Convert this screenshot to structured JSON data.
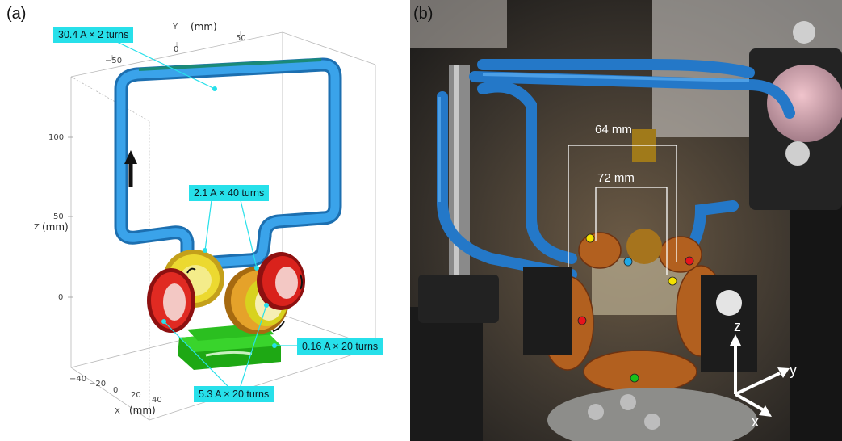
{
  "panel_a": {
    "label": "(a)",
    "axis_y": {
      "name": "Y",
      "unit": "(mm)",
      "ticks": [
        "−50",
        "0",
        "50"
      ]
    },
    "axis_z": {
      "name": "Z",
      "unit": "(mm)",
      "ticks": [
        "100",
        "50",
        "0"
      ]
    },
    "axis_x": {
      "name": "X",
      "unit": "(mm)",
      "ticks": [
        "−40",
        "−20",
        "0",
        "20",
        "40"
      ]
    },
    "callouts": {
      "large_coil": "30.4 A × 2 turns",
      "small_coils": "2.1 A × 40 turns",
      "bottom_coil": "0.16 A × 20 turns",
      "ring_coils": "5.3 A × 20 turns"
    },
    "colors": {
      "callout_bg": "#27e0ea",
      "large_coil": "#2a8fd8",
      "ring_red": "#d8231e",
      "ring_yellow": "#e0d21a",
      "bottom_green": "#25c21a"
    }
  },
  "panel_b": {
    "label": "(b)",
    "dimension_outer": "64 mm",
    "dimension_inner": "72 mm",
    "axes": {
      "z": "z",
      "y": "y",
      "x": "x"
    },
    "marker_colors": {
      "yellow": "#f5e200",
      "red": "#e8141c",
      "blue": "#1fa8e6",
      "green": "#18c21a"
    }
  }
}
